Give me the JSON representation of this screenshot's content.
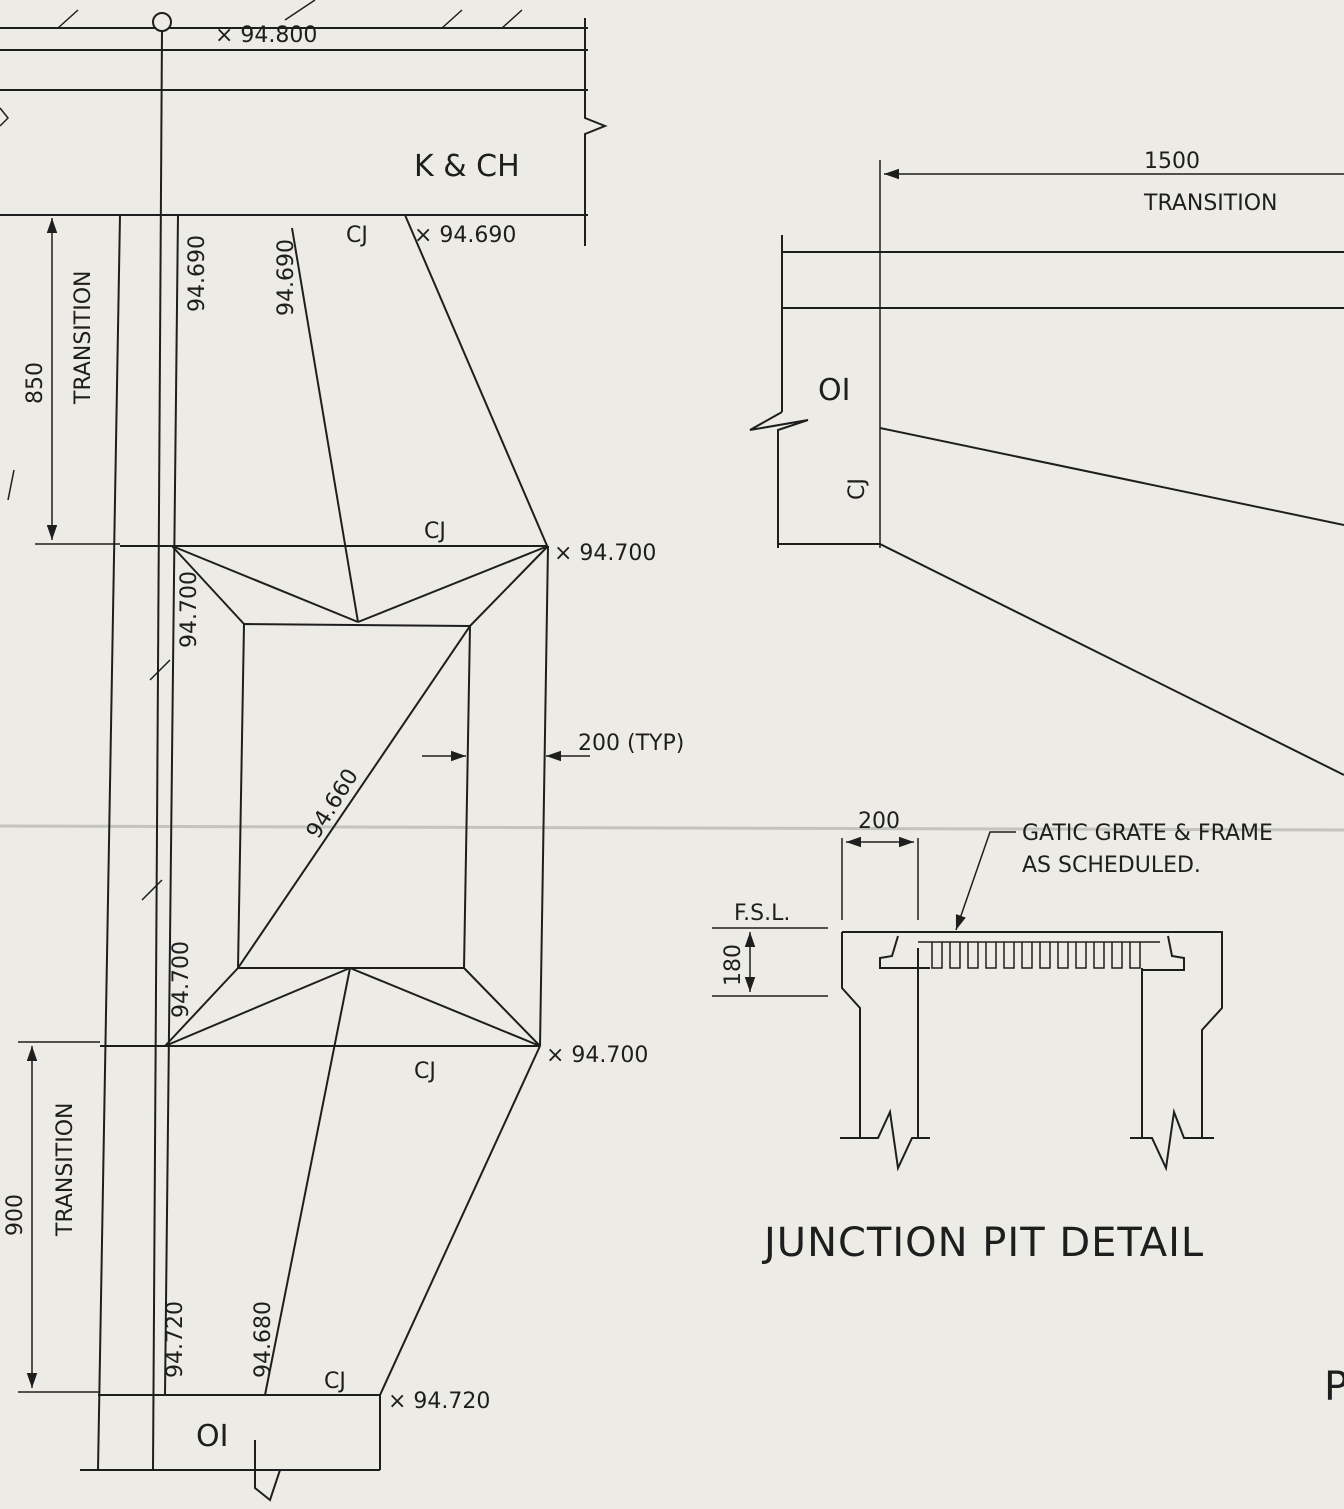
{
  "plan": {
    "levels": {
      "top_road": "× 94.800",
      "kerb_left": "94.690",
      "kerb_mid": "94.690",
      "kerb_right": "× 94.690",
      "pit_top_left": "94.700",
      "pit_top_right": "× 94.700",
      "pit_center": "94.660",
      "pit_bottom_left": "94.700",
      "pit_bottom_right": "× 94.700",
      "bottom_left": "94.720",
      "bottom_mid": "94.680",
      "bottom_right": "× 94.720"
    },
    "labels": {
      "kerb": "K & CH",
      "cj_top": "CJ",
      "cj_pit_top": "CJ",
      "cj_pit_bottom": "CJ",
      "cj_bottom": "CJ",
      "oi_bottom": "OI",
      "transition_top": "TRANSITION",
      "transition_bottom": "TRANSITION",
      "dim_850": "850",
      "dim_900": "900",
      "dim_200_typ": "200 (TYP)"
    }
  },
  "elevation": {
    "dim_1500": "1500",
    "transition": "TRANSITION",
    "oi": "OI",
    "cj": "CJ"
  },
  "pit_detail": {
    "dim_200": "200",
    "grate_note_line1": "GATIC GRATE & FRAME",
    "grate_note_line2": "AS SCHEDULED.",
    "fsl": "F.S.L.",
    "dim_180": "180",
    "title": "JUNCTION PIT DETAIL"
  },
  "edge_fragment": "P"
}
